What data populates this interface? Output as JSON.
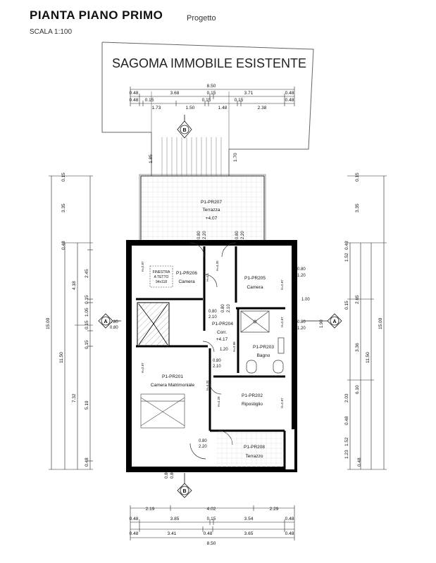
{
  "header": {
    "title": "PIANTA PIANO PRIMO",
    "subtitle": "Progetto",
    "scale": "SCALA 1:100"
  },
  "existing_label": "SAGOMA IMMOBILE ESISTENTE",
  "rooms": [
    {
      "code": "P1-PR207",
      "name": "Terrazza",
      "level": "+4.07"
    },
    {
      "code": "P1-PR206",
      "name": "Camera"
    },
    {
      "code": "P1-PR205",
      "name": "Camera"
    },
    {
      "code": "P1-PR204",
      "name": "Corr.",
      "level": "+4.17"
    },
    {
      "code": "P1-PR203",
      "name": "Bagno"
    },
    {
      "code": "P1-PR201",
      "name": "Camera Matrimoniale"
    },
    {
      "code": "P1-PR202",
      "name": "Ripostiglio"
    },
    {
      "code": "P1-PR208",
      "name": "Terrazzo"
    }
  ],
  "skylight": [
    "FINESTRA",
    "A TETTO",
    "94x118"
  ],
  "section_marks": {
    "B": "B",
    "A": "A"
  },
  "heights": [
    "H=2.87",
    "H=4.35",
    "H=4.1",
    "H=2.87",
    "H=3.86",
    "H=2.87",
    "H=4.34",
    "H=4.28",
    "H=2.87",
    "H=2.87"
  ],
  "dims_top": {
    "overall": "8.50",
    "row2": [
      "0.48",
      "3.68",
      "0.15",
      "3.71",
      "0.48"
    ],
    "row3": [
      "0.48",
      "0.15",
      "1.73",
      "1.50",
      "0.15",
      "1.48",
      "0.15",
      "2.38",
      "0.48"
    ]
  },
  "dims_bottom": {
    "row1": [
      "2.19",
      "4.02",
      "2.29"
    ],
    "row2": [
      "0.48",
      "3.85",
      "0.15",
      "3.54",
      "0.48"
    ],
    "row3": [
      "0.48",
      "3.41",
      "0.48",
      "3.65",
      "0.48"
    ],
    "overall": "8.50"
  },
  "dims_left": {
    "overall": "15.00",
    "second": "11.50",
    "third": [
      "4.18",
      "7.32"
    ],
    "fourth": [
      "0.15",
      "3.35",
      "0.48",
      "2.45",
      "0.15",
      "1.05",
      "0.15",
      "0.15",
      "5.19",
      "0.48"
    ]
  },
  "dims_right": {
    "overall": "15.00",
    "second": "11.50",
    "third": [
      "2.65",
      "3.36",
      "6.10"
    ],
    "fourth": [
      "0.15",
      "3.35",
      "0.48",
      "1.52",
      "0.15",
      "2.03",
      "0.48",
      "1.52",
      "1.23",
      "0.48"
    ]
  },
  "balcony_dims": [
    "1.85",
    "1.70"
  ],
  "doors": [
    "0.80",
    "2.20",
    "0.80",
    "2.20",
    "0.80",
    "1.20",
    "0.80",
    "2.10",
    "0.80",
    "2.10",
    "0.80",
    "1.20",
    "1.20",
    "0.80",
    "2.10",
    "0.80",
    "2.20",
    "0.80",
    "0.80",
    "0.80",
    "0.80",
    "1.00",
    "1.90"
  ]
}
